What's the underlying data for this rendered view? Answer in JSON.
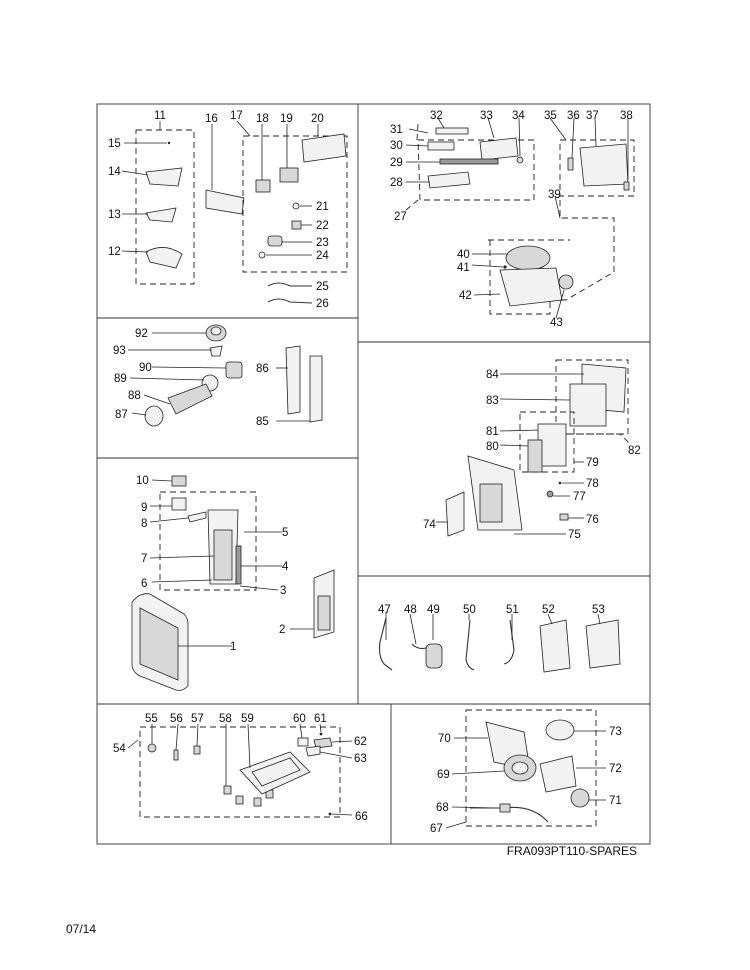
{
  "drawing_code": "FRA093PT110-SPARES",
  "date_code": "07/14",
  "callouts": [
    "1",
    "2",
    "3",
    "4",
    "5",
    "6",
    "7",
    "8",
    "9",
    "10",
    "11",
    "12",
    "13",
    "14",
    "15",
    "16",
    "17",
    "18",
    "19",
    "20",
    "21",
    "22",
    "23",
    "24",
    "25",
    "26",
    "27",
    "28",
    "29",
    "30",
    "31",
    "32",
    "33",
    "34",
    "35",
    "36",
    "37",
    "38",
    "39",
    "40",
    "41",
    "42",
    "43",
    "47",
    "48",
    "49",
    "50",
    "51",
    "52",
    "53",
    "54",
    "55",
    "56",
    "57",
    "58",
    "59",
    "60",
    "61",
    "62",
    "63",
    "66",
    "67",
    "68",
    "69",
    "70",
    "71",
    "72",
    "73",
    "74",
    "75",
    "76",
    "77",
    "78",
    "79",
    "80",
    "81",
    "82",
    "83",
    "84",
    "85",
    "86",
    "87",
    "88",
    "89",
    "90",
    "92",
    "93"
  ]
}
